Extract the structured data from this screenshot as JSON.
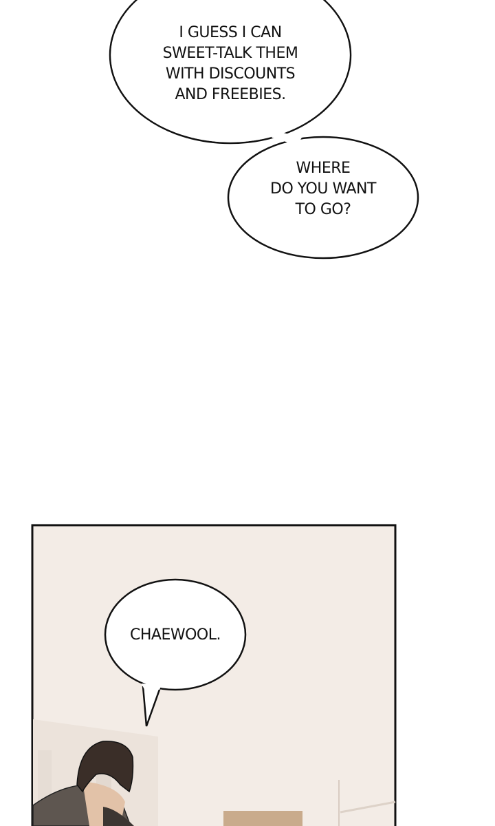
{
  "bubbles": [
    {
      "lines": [
        "I GUESS I CAN",
        "SWEET-TALK THEM",
        "WITH DISCOUNTS",
        "AND FREEBIES."
      ]
    },
    {
      "lines": [
        "WHERE",
        "DO YOU WANT",
        "TO GO?"
      ]
    },
    {
      "lines": [
        "CHAEWOOL."
      ]
    }
  ],
  "colors": {
    "panel_bg": "#f3ece6",
    "border": "#111111",
    "hair": "#3a2e28",
    "jacket": "#5e5650"
  }
}
